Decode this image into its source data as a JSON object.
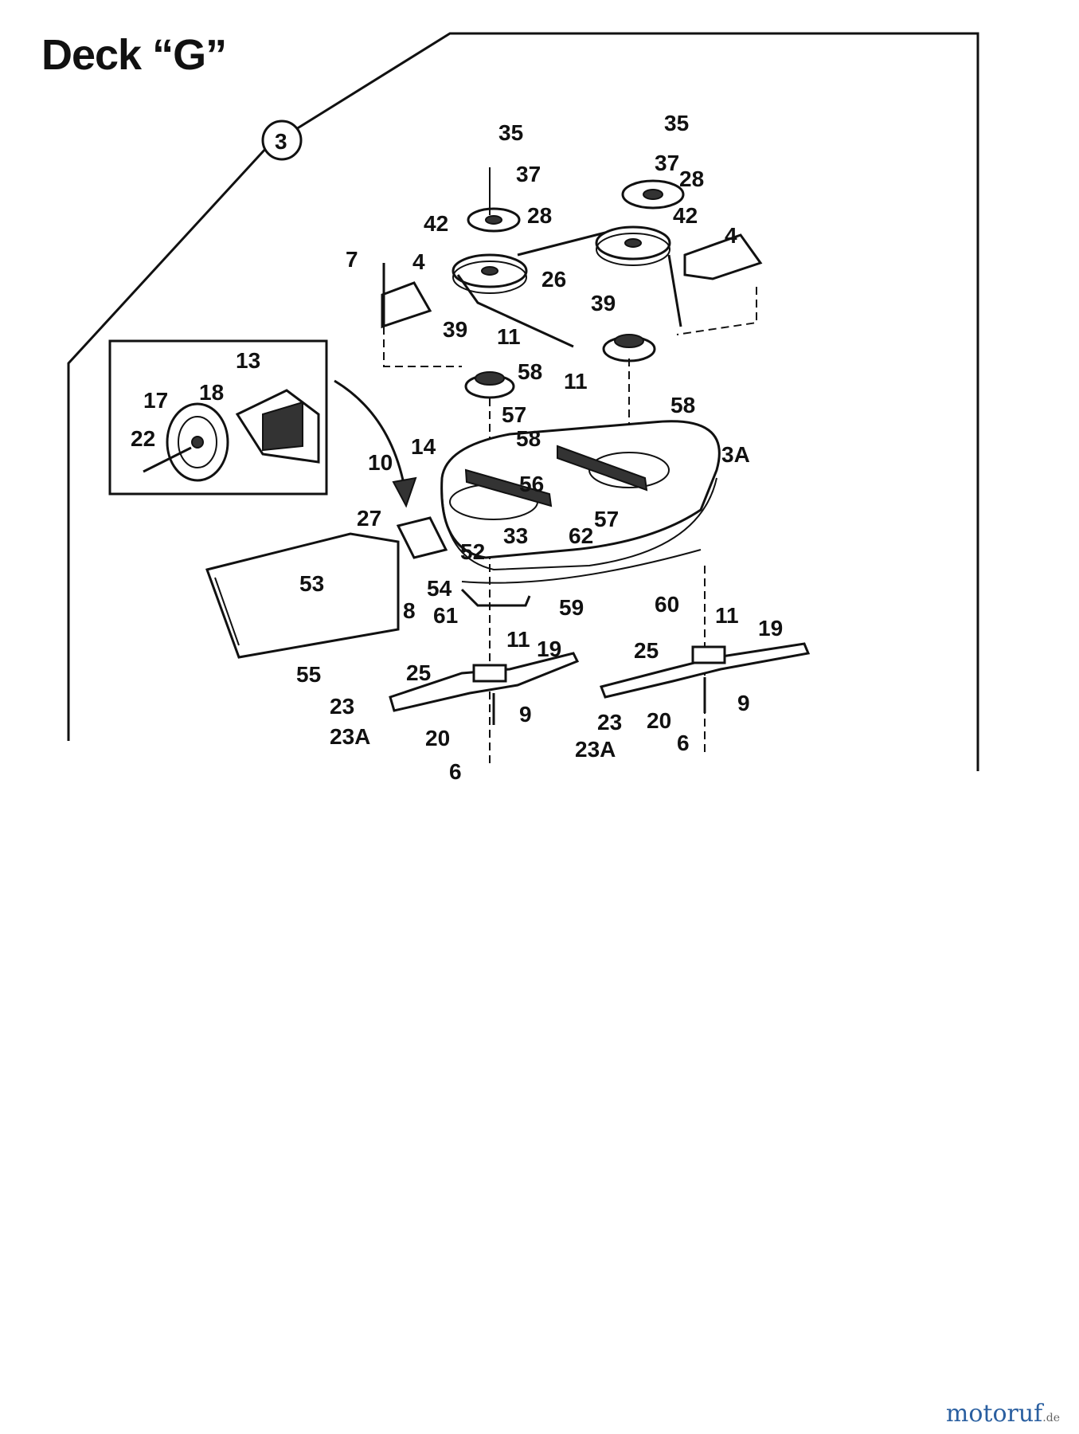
{
  "title": "Deck “G”",
  "section_ref": "3",
  "watermark": {
    "brand": "motoruf",
    "tld": ".de"
  },
  "colors": {
    "line": "#111111",
    "watermark": "#2a5fa0"
  },
  "labels": [
    "35",
    "37",
    "28",
    "42",
    "26",
    "4",
    "7",
    "39",
    "11",
    "58",
    "57",
    "56",
    "3A",
    "10",
    "14",
    "27",
    "33",
    "62",
    "52",
    "53",
    "54",
    "8",
    "61",
    "59",
    "60",
    "55",
    "19",
    "25",
    "23",
    "23A",
    "20",
    "6",
    "9",
    "13",
    "17",
    "18",
    "22"
  ]
}
